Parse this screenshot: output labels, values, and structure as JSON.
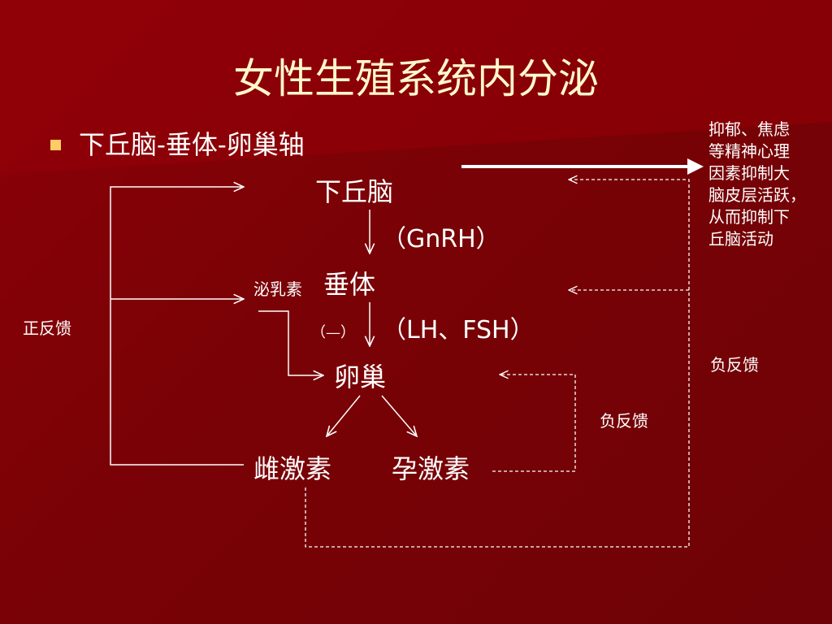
{
  "title": "女性生殖系统内分泌",
  "bullet": "下丘脑-垂体-卵巢轴",
  "nodes": {
    "hypothalamus": "下丘脑",
    "gnrh": "（GnRH）",
    "prolactin": "泌乳素",
    "pituitary": "垂体",
    "inhibit": "（—）",
    "lh_fsh": "（LH、FSH）",
    "ovary": "卵巢",
    "estrogen": "雌激素",
    "progesterone": "孕激素"
  },
  "labels": {
    "positive_feedback": "正反馈",
    "negative_feedback_right": "负反馈",
    "negative_feedback_inner": "负反馈"
  },
  "note": {
    "lines": [
      "抑郁、焦虑",
      "等精神心理",
      "因素抑制大",
      "脑皮层活跃，",
      "从而抑制下",
      "丘脑活动"
    ]
  },
  "colors": {
    "background": "#7a0206",
    "title": "#fff8cc",
    "bullet": "#ffcc66",
    "text": "#ffffff"
  }
}
